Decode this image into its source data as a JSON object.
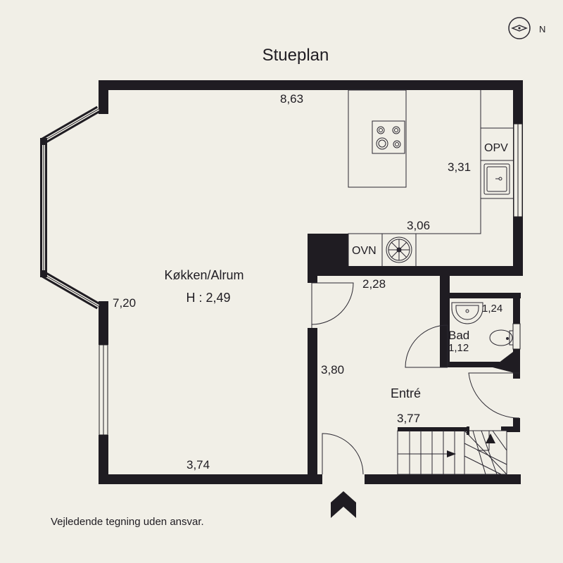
{
  "title": "Stueplan",
  "compass": {
    "label": "N",
    "icon": "compass-icon"
  },
  "rooms": {
    "kitchen": {
      "name": "Køkken/Alrum",
      "height": "H : 2,49"
    },
    "bath": {
      "name": "Bad"
    },
    "entry": {
      "name": "Entré"
    }
  },
  "fixtures": {
    "opv": "OPV",
    "ovn": "OVN"
  },
  "dimensions": {
    "top_width": "8,63",
    "kitchen_right": "3,31",
    "counter": "3,06",
    "left_height": "7,20",
    "hall_top": "2,28",
    "bath_width": "1,24",
    "bath_depth": "1,12",
    "entry_left": "3,80",
    "stair": "3,77",
    "bottom_width": "3,74"
  },
  "disclaimer": "Vejledende tegning uden ansvar.",
  "colors": {
    "wall": "#1f1c22",
    "background": "#f1efe7",
    "line": "#2a2730"
  }
}
